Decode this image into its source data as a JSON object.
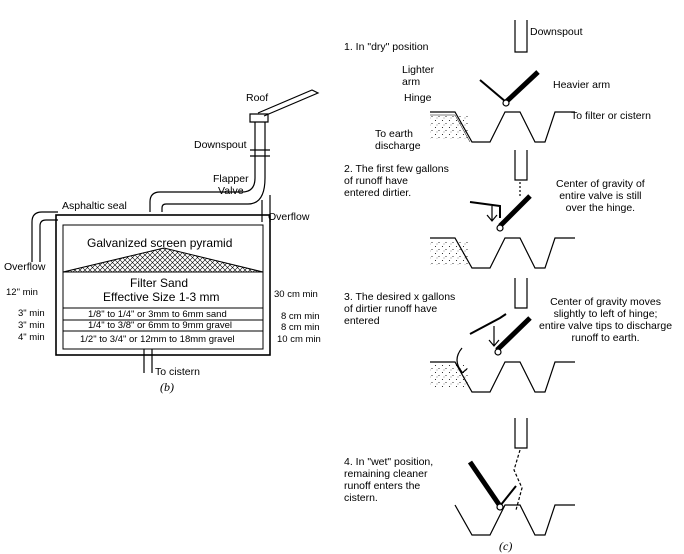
{
  "panel_b": {
    "roof": "Roof",
    "downspout": "Downspout",
    "flapper_valve": "Flapper\nValve",
    "asphaltic_seal": "Asphaltic seal",
    "overflow_right": "Overflow",
    "overflow_left": "Overflow",
    "pyramid": "Galvanized screen pyramid",
    "filter_sand": "Filter Sand",
    "effective_size": "Effective Size 1-3 mm",
    "layers": [
      {
        "depth_in": "12\" min",
        "desc": "",
        "depth_cm": "30 cm min"
      },
      {
        "depth_in": "3\" min",
        "desc": "1/8\" to 1/4\" or 3mm to 6mm sand",
        "depth_cm": "8 cm min"
      },
      {
        "depth_in": "3\" min",
        "desc": "1/4\" to 3/8\" or 6mm to 9mm gravel",
        "depth_cm": "8 cm min"
      },
      {
        "depth_in": "4\" min",
        "desc": "1/2\" to 3/4\" or 12mm to 18mm gravel",
        "depth_cm": "10 cm min"
      }
    ],
    "to_cistern": "To cistern",
    "caption": "(b)"
  },
  "panel_c": {
    "downspout": "Downspout",
    "step1": "1. In \"dry\" position",
    "lighter_arm": "Lighter\narm",
    "hinge": "Hinge",
    "heavier_arm": "Heavier arm",
    "to_filter": "To filter or cistern",
    "to_earth": "To earth\ndischarge",
    "step2": "2. The first few gallons\nof runoff have\nentered dirtier.",
    "cg2": "Center of gravity of\nentire valve is still\nover the hinge.",
    "step3": "3. The desired x gallons\nof dirtier runoff have\nentered",
    "cg3": "Center of gravity moves\nslightly to left of hinge;\nentire valve tips to discharge\nrunoff to earth.",
    "step4": "4. In \"wet\" position,\nremaining cleaner\nrunoff enters the\ncistern.",
    "caption": "(c)"
  }
}
